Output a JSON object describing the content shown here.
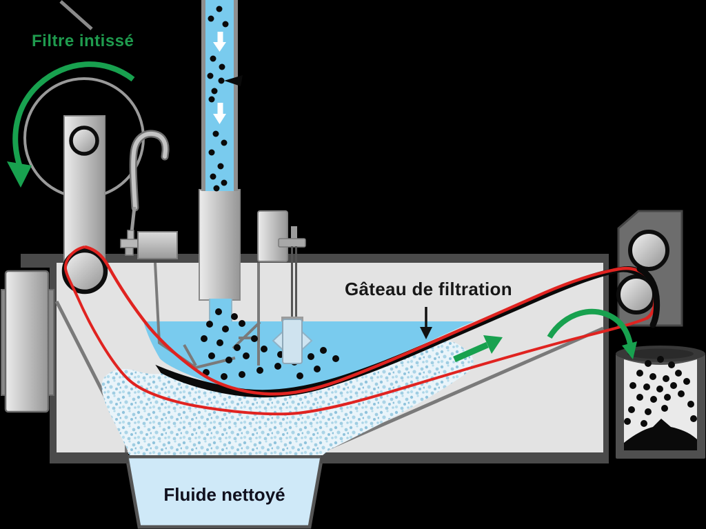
{
  "diagram": {
    "type": "process-schematic",
    "subject": "belt-filtration-unit",
    "labels": {
      "filter_fabric": "Filtre intissé",
      "filter_cake": "Gâteau de filtration",
      "clean_fluid": "Fluide nettoyé"
    },
    "colors": {
      "background": "#000000",
      "label_green": "#1f9b4e",
      "arrow_green": "#18a14f",
      "belt_red": "#e02320",
      "fluid_blue": "#79cbee",
      "clean_fluid_blue": "#cfe9f8",
      "cake_black": "#0a0a0a",
      "tank_light_gray": "#e3e3e3",
      "frame_dark_gray": "#4a4a4a"
    }
  }
}
